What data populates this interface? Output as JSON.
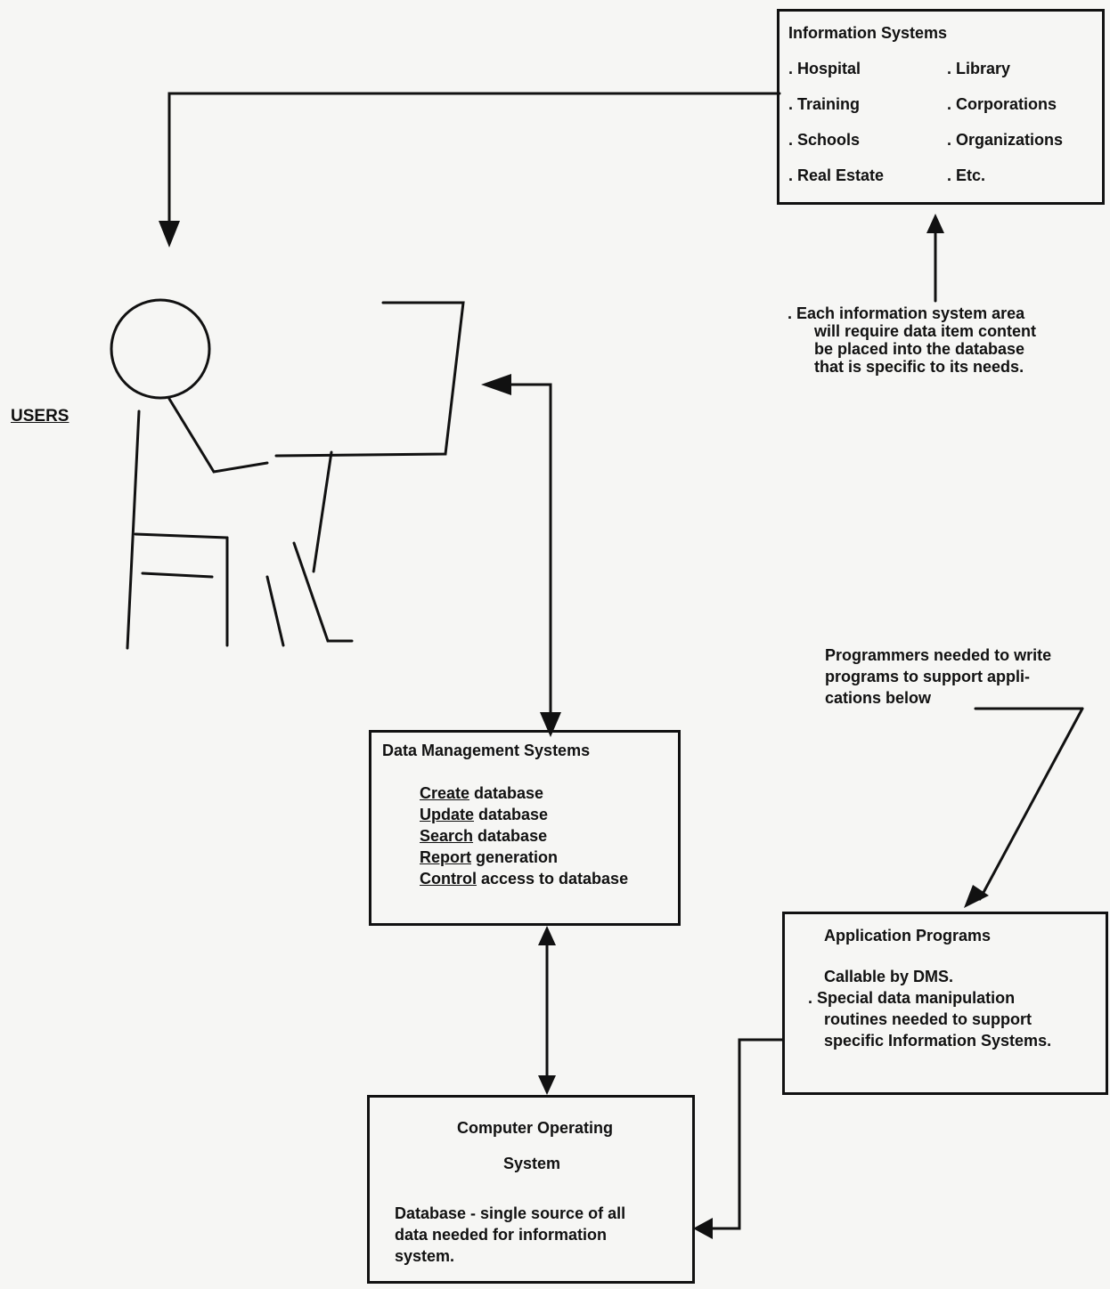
{
  "users_label": "USERS",
  "info_systems": {
    "title": "Information Systems",
    "items": [
      "Hospital",
      "Library",
      "Training",
      "Corporations",
      "Schools",
      "Organizations",
      "Real Estate",
      "Etc."
    ]
  },
  "info_note": {
    "lines": [
      "Each information system area",
      "will require data item content",
      "be placed into the database",
      "that is specific to its needs."
    ]
  },
  "programmers_note": {
    "lines": [
      "Programmers needed to write",
      "programs to support appli-",
      "cations below"
    ]
  },
  "dms": {
    "title": "Data Management Systems",
    "items": [
      {
        "u": "Create",
        "rest": " database"
      },
      {
        "u": "Update",
        "rest": " database"
      },
      {
        "u": "Search",
        "rest": " database"
      },
      {
        "u": "Report",
        "rest": " generation"
      },
      {
        "u": "Control",
        "rest": " access to database"
      }
    ]
  },
  "apps": {
    "title": "Application Programs",
    "line1": "Callable by DMS.",
    "lines": [
      "Special data manipulation",
      "routines needed to support",
      "specific Information Systems."
    ]
  },
  "cos": {
    "title1": "Computer Operating",
    "title2": "System",
    "lines": [
      "Database - single source of all",
      "data needed for information",
      "system."
    ]
  }
}
